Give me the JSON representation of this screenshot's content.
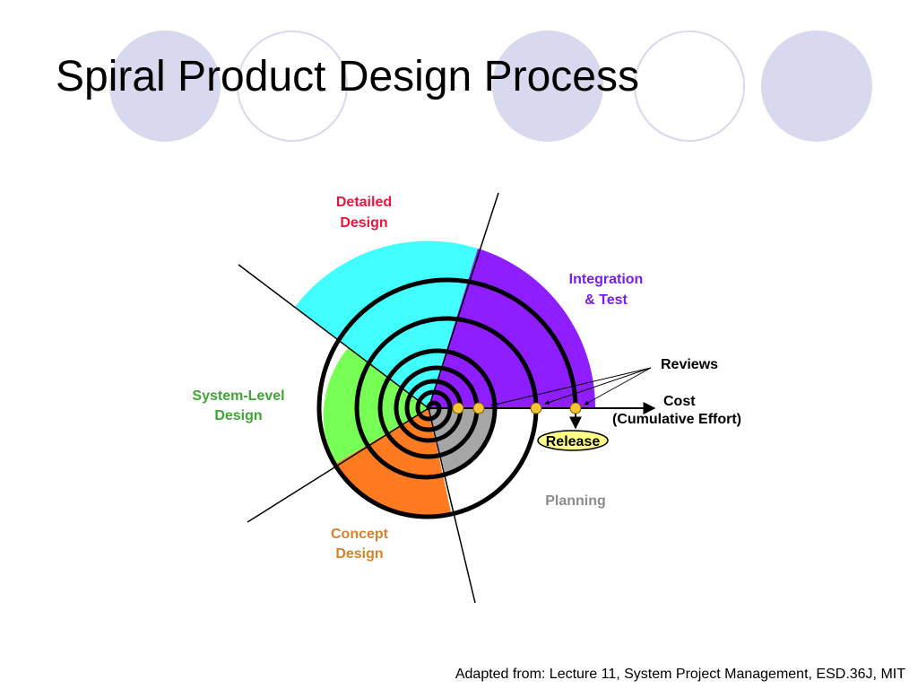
{
  "slide": {
    "title": "Spiral Product Design Process",
    "footer": "Adapted from: Lecture 11, System Project Management, ESD.36J, MIT"
  },
  "diagram": {
    "phases": [
      {
        "label_lines": [
          "Planning"
        ],
        "color": "#a6a6a6",
        "label_color": "#8c8c8c"
      },
      {
        "label_lines": [
          "Concept",
          "Design"
        ],
        "color": "#ff7b22",
        "label_color": "#d4832a"
      },
      {
        "label_lines": [
          "System-Level",
          "Design"
        ],
        "color": "#77ff55",
        "label_color": "#3fa635"
      },
      {
        "label_lines": [
          "Detailed",
          "Design"
        ],
        "color": "#42ffff",
        "label_color": "#e8173c"
      },
      {
        "label_lines": [
          "Integration",
          "& Test"
        ],
        "color": "#8e1dff",
        "label_color": "#7a1ee6"
      }
    ],
    "reviews_label": "Reviews",
    "cost_label_lines": [
      "Cost",
      "(Cumulative Effort)"
    ],
    "release_label": "Release",
    "review_marker_color": "#f6c437",
    "release_fill_color": "#ffff88"
  }
}
